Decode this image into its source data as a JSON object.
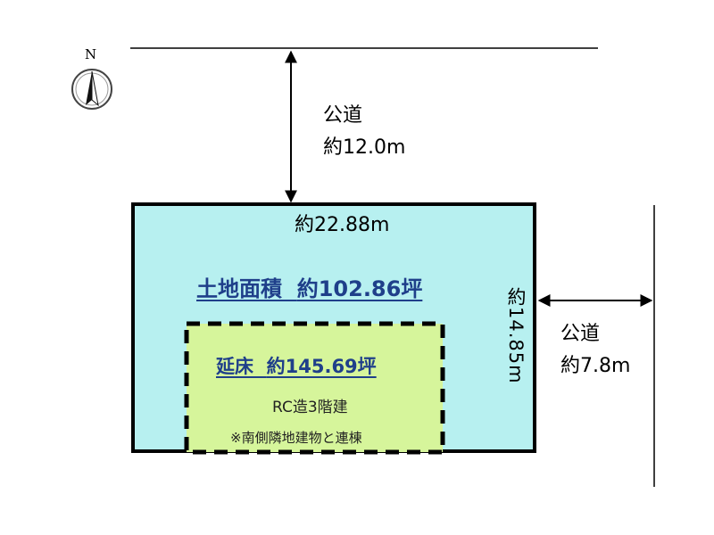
{
  "compass": {
    "north_label": "N",
    "icon": "north-arrow-icon"
  },
  "north_road": {
    "name": "公道",
    "width": "約12.0m"
  },
  "east_road": {
    "name": "公道",
    "width": "約7.8m"
  },
  "site": {
    "top_dimension": "約22.88m",
    "side_dimension": "約14.85m",
    "land_area_label": "土地面積",
    "land_area_value": "約102.86坪",
    "color": "#b7f0f0"
  },
  "building": {
    "floor_label": "延床",
    "floor_value": "約145.69坪",
    "structure": "RC造3階建",
    "note": "※南側隣地建物と連棟",
    "color": "#d6f59b"
  }
}
